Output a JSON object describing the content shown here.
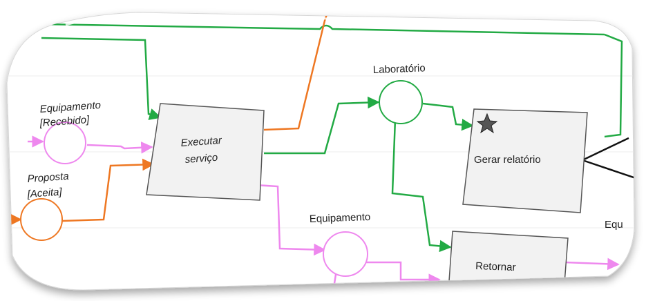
{
  "diagram": {
    "places": [
      {
        "id": "p1",
        "label_lines": [
          "Equipamento",
          "[Recebido]"
        ],
        "color": "#ee88ee"
      },
      {
        "id": "p2",
        "label_lines": [
          "Proposta",
          "[Aceita]"
        ],
        "color": "#ee7722"
      },
      {
        "id": "p3",
        "label_lines": [
          "Laboratório"
        ],
        "color": "#22aa44"
      },
      {
        "id": "p4",
        "label_lines": [
          "Equipamento"
        ],
        "color": "#ee88ee"
      }
    ],
    "transitions": [
      {
        "id": "t1",
        "label_lines": [
          "Executar",
          "serviço"
        ]
      },
      {
        "id": "t2",
        "label_lines": [
          "Gerar relatório"
        ],
        "marker": "star-icon"
      },
      {
        "id": "t3",
        "label_lines": [
          "Retornar"
        ]
      }
    ],
    "edge_label_right": "Equ",
    "colors": {
      "green": "#22aa44",
      "orange": "#ee7722",
      "pink": "#ee88ee",
      "box_fill": "#f2f2f2",
      "box_stroke": "#555555"
    }
  }
}
